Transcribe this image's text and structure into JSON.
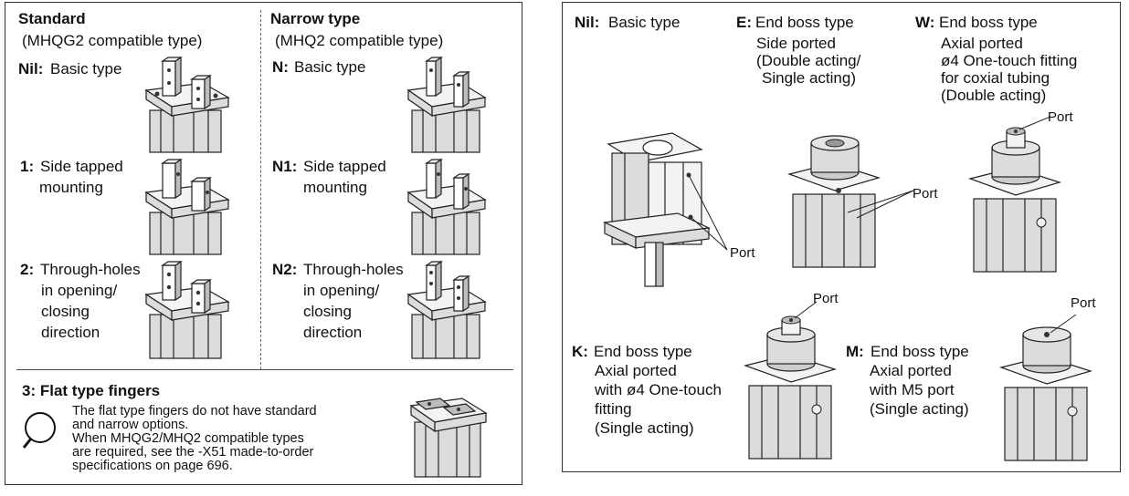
{
  "left": {
    "standard": {
      "title": "Standard",
      "subtitle": "(MHQG2 compatible type)",
      "options": [
        {
          "code": "Nil:",
          "lines": [
            "Basic type"
          ]
        },
        {
          "code": "1:",
          "lines": [
            "Side tapped",
            "mounting"
          ]
        },
        {
          "code": "2:",
          "lines": [
            "Through-holes",
            "in opening/",
            "closing",
            "direction"
          ]
        }
      ]
    },
    "narrow": {
      "title": "Narrow type",
      "subtitle": "(MHQ2 compatible type)",
      "options": [
        {
          "code": "N:",
          "lines": [
            "Basic type"
          ]
        },
        {
          "code": "N1:",
          "lines": [
            "Side tapped",
            "mounting"
          ]
        },
        {
          "code": "N2:",
          "lines": [
            "Through-holes",
            "in opening/",
            "closing",
            "direction"
          ]
        }
      ]
    },
    "flat": {
      "title": "3: Flat type fingers",
      "note_lines": [
        "The flat type fingers do not have standard",
        "and narrow options.",
        "When MHQG2/MHQ2 compatible types",
        "are required, see the -X51 made-to-order",
        "specifications on page 696."
      ]
    }
  },
  "right": {
    "nil": {
      "code": "Nil:",
      "lines": [
        "Basic type"
      ],
      "port": "Port"
    },
    "e": {
      "code": "E:",
      "lines": [
        "End boss type",
        "Side ported",
        "(Double acting/",
        "Single acting)"
      ],
      "port": "Port"
    },
    "w": {
      "code": "W:",
      "lines": [
        "End boss type",
        "Axial ported",
        "ø4 One-touch fitting",
        "for coxial tubing",
        "(Double acting)"
      ],
      "port": "Port"
    },
    "k": {
      "code": "K:",
      "lines": [
        "End boss type",
        "Axial ported",
        "with ø4 One-touch",
        "fitting",
        "(Single acting)"
      ],
      "port": "Port"
    },
    "m": {
      "code": "M:",
      "lines": [
        "End boss type",
        "Axial ported",
        "with M5 port",
        "(Single acting)"
      ],
      "port": "Port"
    }
  }
}
